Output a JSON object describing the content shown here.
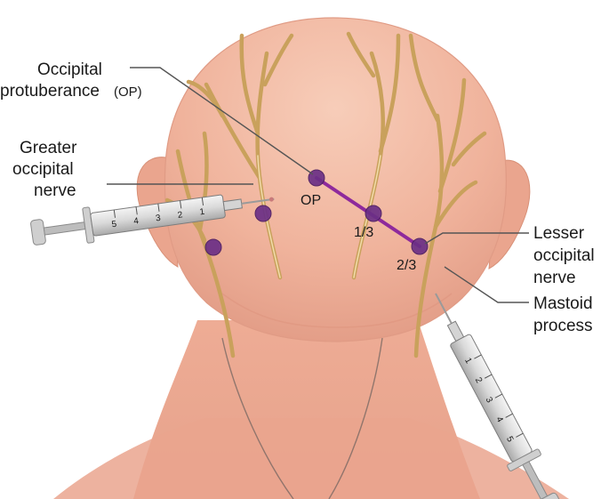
{
  "labels": {
    "occipital_line1": "Occipital",
    "occipital_line2": "protuberance",
    "occipital_abbrev": "(OP)",
    "greater_line1": "Greater",
    "greater_line2": "occipital",
    "greater_line3": "nerve",
    "lesser_line1": "Lesser",
    "lesser_line2": "occipital",
    "lesser_line3": "nerve",
    "mastoid_line1": "Mastoid",
    "mastoid_line2": "process"
  },
  "points": {
    "op": "OP",
    "one_third": "1/3",
    "two_third": "2/3"
  },
  "syringe_left_marks": [
    "5",
    "4",
    "3",
    "2",
    "1"
  ],
  "syringe_right_marks": [
    "1",
    "2",
    "3",
    "4",
    "5"
  ],
  "colors": {
    "skin": "#f2b9a3",
    "nerve": "#c9a15c",
    "injection_point": "#6b2f86",
    "line": "#8e2a9c"
  }
}
